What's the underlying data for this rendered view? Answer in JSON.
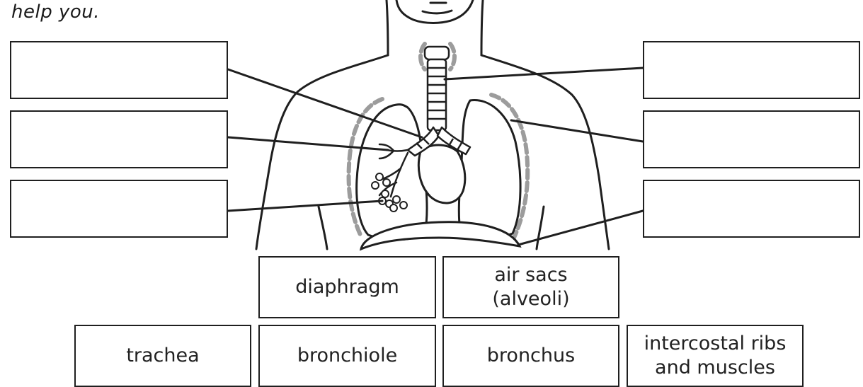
{
  "instructions": {
    "text": "help you."
  },
  "diagram": {
    "subject": "human respiratory system",
    "colors": {
      "outline": "#1f1f1f",
      "rib_gray": "#9c9c9c",
      "fill": "#ffffff"
    }
  },
  "answer_boxes": {
    "left": [
      {
        "id": "left-1",
        "value": ""
      },
      {
        "id": "left-2",
        "value": ""
      },
      {
        "id": "left-3",
        "value": ""
      }
    ],
    "right": [
      {
        "id": "right-1",
        "value": ""
      },
      {
        "id": "right-2",
        "value": ""
      },
      {
        "id": "right-3",
        "value": ""
      }
    ]
  },
  "word_bank": {
    "diaphragm": "diaphragm",
    "air_sacs": "air sacs\n(alveoli)",
    "trachea": "trachea",
    "bronchiole": "bronchiole",
    "bronchus": "bronchus",
    "intercostal": "intercostal ribs\nand muscles"
  }
}
